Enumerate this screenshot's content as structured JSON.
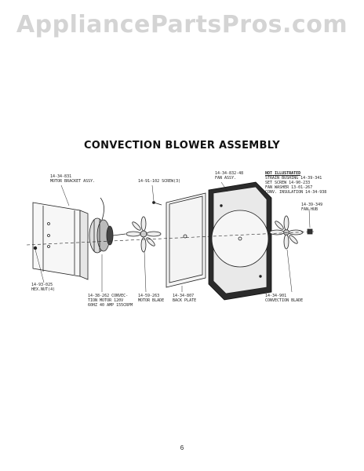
{
  "watermark": "AppliancePartsPros.com",
  "title": "CONVECTION BLOWER ASSEMBLY",
  "labels": {
    "motor_bracket": [
      "14-34-831",
      "MOTOR BRACKET ASSY."
    ],
    "screw": [
      "14-91-102 SCREW(3)"
    ],
    "fan_assy": [
      "14-34-832-48",
      "FAN ASSY."
    ],
    "hex_nut": [
      "14-93-025",
      "HEX.NUT(4)"
    ],
    "convection_motor": [
      "14-38-262 CONVEC-",
      "TION MOTOR 120V",
      "60HZ 40 AMP 155CRPM"
    ],
    "motor_blade": [
      "14-59-263",
      "MOTOR BLADE"
    ],
    "back_plate": [
      "14-34-807",
      "BACK PLATE"
    ],
    "fan_hub": [
      "14-39-349",
      "FAN HUB"
    ],
    "convection_blade": [
      "14-34-901",
      "CONVECTION BLADE"
    ]
  },
  "not_illustrated": {
    "heading": "NOT ILLUSTRATED",
    "items": [
      "STRAIN BUSHING 14-39-341",
      "SET SCREW 14-90-233",
      "FAN WASHER 13-01-267",
      "CONV. INSULATION 14-34-938"
    ]
  },
  "page_number": "6"
}
